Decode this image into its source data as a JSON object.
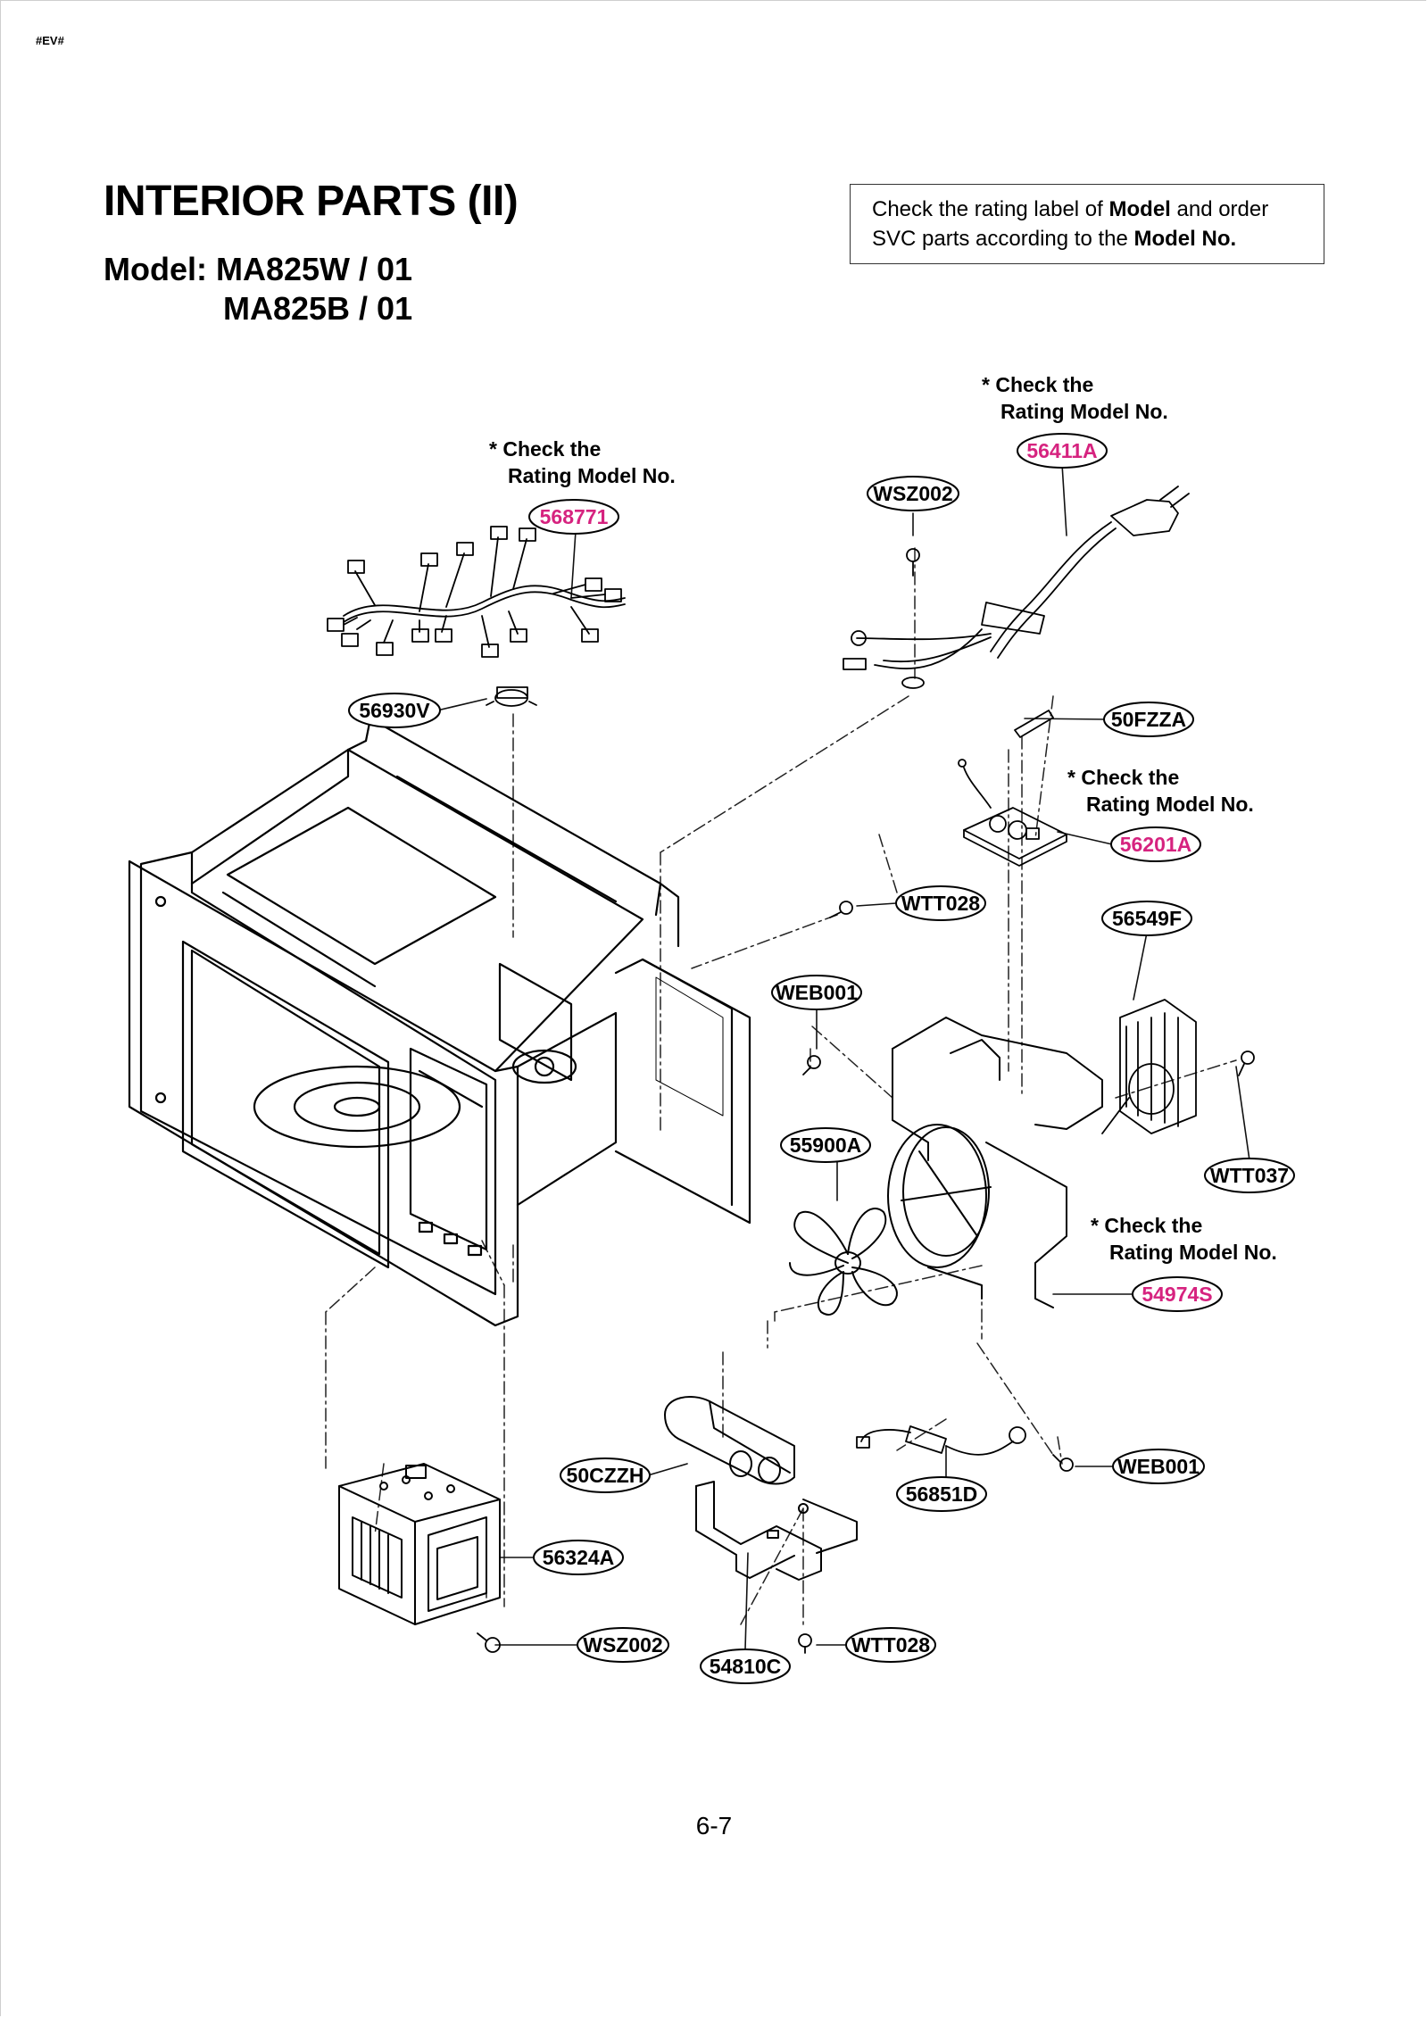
{
  "header": {
    "corner_tag": "#EV#",
    "title": "INTERIOR PARTS (II)",
    "model_line1": "Model: MA825W / 01",
    "model_line2": "MA825B / 01"
  },
  "notice": {
    "pre": "Check the rating label of ",
    "bold1": "Model",
    "mid": " and order SVC parts according to the ",
    "bold2": "Model No."
  },
  "notes": [
    {
      "line1": "* Check the",
      "line2": "Rating Model No."
    },
    {
      "line1": "* Check the",
      "line2": "Rating Model No."
    },
    {
      "line1": "* Check the",
      "line2": "Rating Model No."
    },
    {
      "line1": "* Check the",
      "line2": "Rating Model No."
    }
  ],
  "callouts": [
    {
      "label": "568771",
      "highlight": true
    },
    {
      "label": "56411A",
      "highlight": true
    },
    {
      "label": "WSZ002",
      "highlight": false
    },
    {
      "label": "56930V",
      "highlight": false
    },
    {
      "label": "50FZZA",
      "highlight": false
    },
    {
      "label": "56201A",
      "highlight": true
    },
    {
      "label": "WTT028",
      "highlight": false
    },
    {
      "label": "56549F",
      "highlight": false
    },
    {
      "label": "WEB001",
      "highlight": false
    },
    {
      "label": "55900A",
      "highlight": false
    },
    {
      "label": "WTT037",
      "highlight": false
    },
    {
      "label": "54974S",
      "highlight": true
    },
    {
      "label": "50CZZH",
      "highlight": false
    },
    {
      "label": "WEB001",
      "highlight": false
    },
    {
      "label": "56851D",
      "highlight": false
    },
    {
      "label": "56324A",
      "highlight": false
    },
    {
      "label": "WSZ002",
      "highlight": false
    },
    {
      "label": "54810C",
      "highlight": false
    },
    {
      "label": "WTT028",
      "highlight": false
    }
  ],
  "colors": {
    "highlight": "#d6237f",
    "ink": "#000000",
    "leader": "#222222"
  },
  "footer": {
    "page_number": "6-7"
  }
}
